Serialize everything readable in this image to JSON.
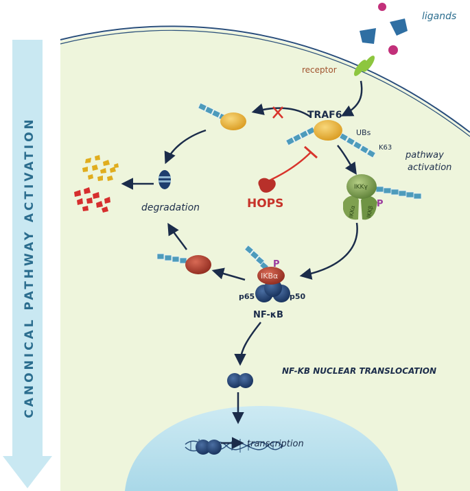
{
  "side_label": "CANONICAL PATHWAY ACTIVATION",
  "labels": {
    "ligands": "ligands",
    "receptor": "receptor",
    "traf6": "TRAF6",
    "ubs": "UBs",
    "k63": "K63",
    "pathway_activation_1": "pathway",
    "pathway_activation_2": "activation",
    "hops": "HOPS",
    "degradation": "degradation",
    "ikk_gamma": "IKKγ",
    "ikk_alpha": "IKKα",
    "ikk_beta": "IKKβ",
    "phospho_1": "P",
    "phospho_2": "P",
    "ikb_alpha": "IKBα",
    "p65": "p65",
    "p50": "p50",
    "nfkb": "NF-κB",
    "nuclear_translocation": "NF-KB NUCLEAR TRANSLOCATION",
    "transcription": "transcription"
  },
  "colors": {
    "cytoplasm": "#eef5dc",
    "membrane": "#2a4f7a",
    "nucleus": "#bfe3ee",
    "arrow": "#1b2c4a",
    "side_arrow": "#c9e8f2",
    "side_text": "#2b6d8e",
    "traf6": "#e9b23a",
    "ikba_red": "#b2402e",
    "nfkb_blue": "#1f3e6e",
    "ikk_green": "#7fa050",
    "hops": "#c7332a",
    "receptor_green": "#8dc63f",
    "ligand_blue": "#2f6fa3",
    "ligand_pink": "#c2307a",
    "ub_chain": "#4d9bbb",
    "phospho": "#9a3a9e",
    "fragments_yellow": "#e0ad1e",
    "fragments_red": "#d62e2e"
  }
}
